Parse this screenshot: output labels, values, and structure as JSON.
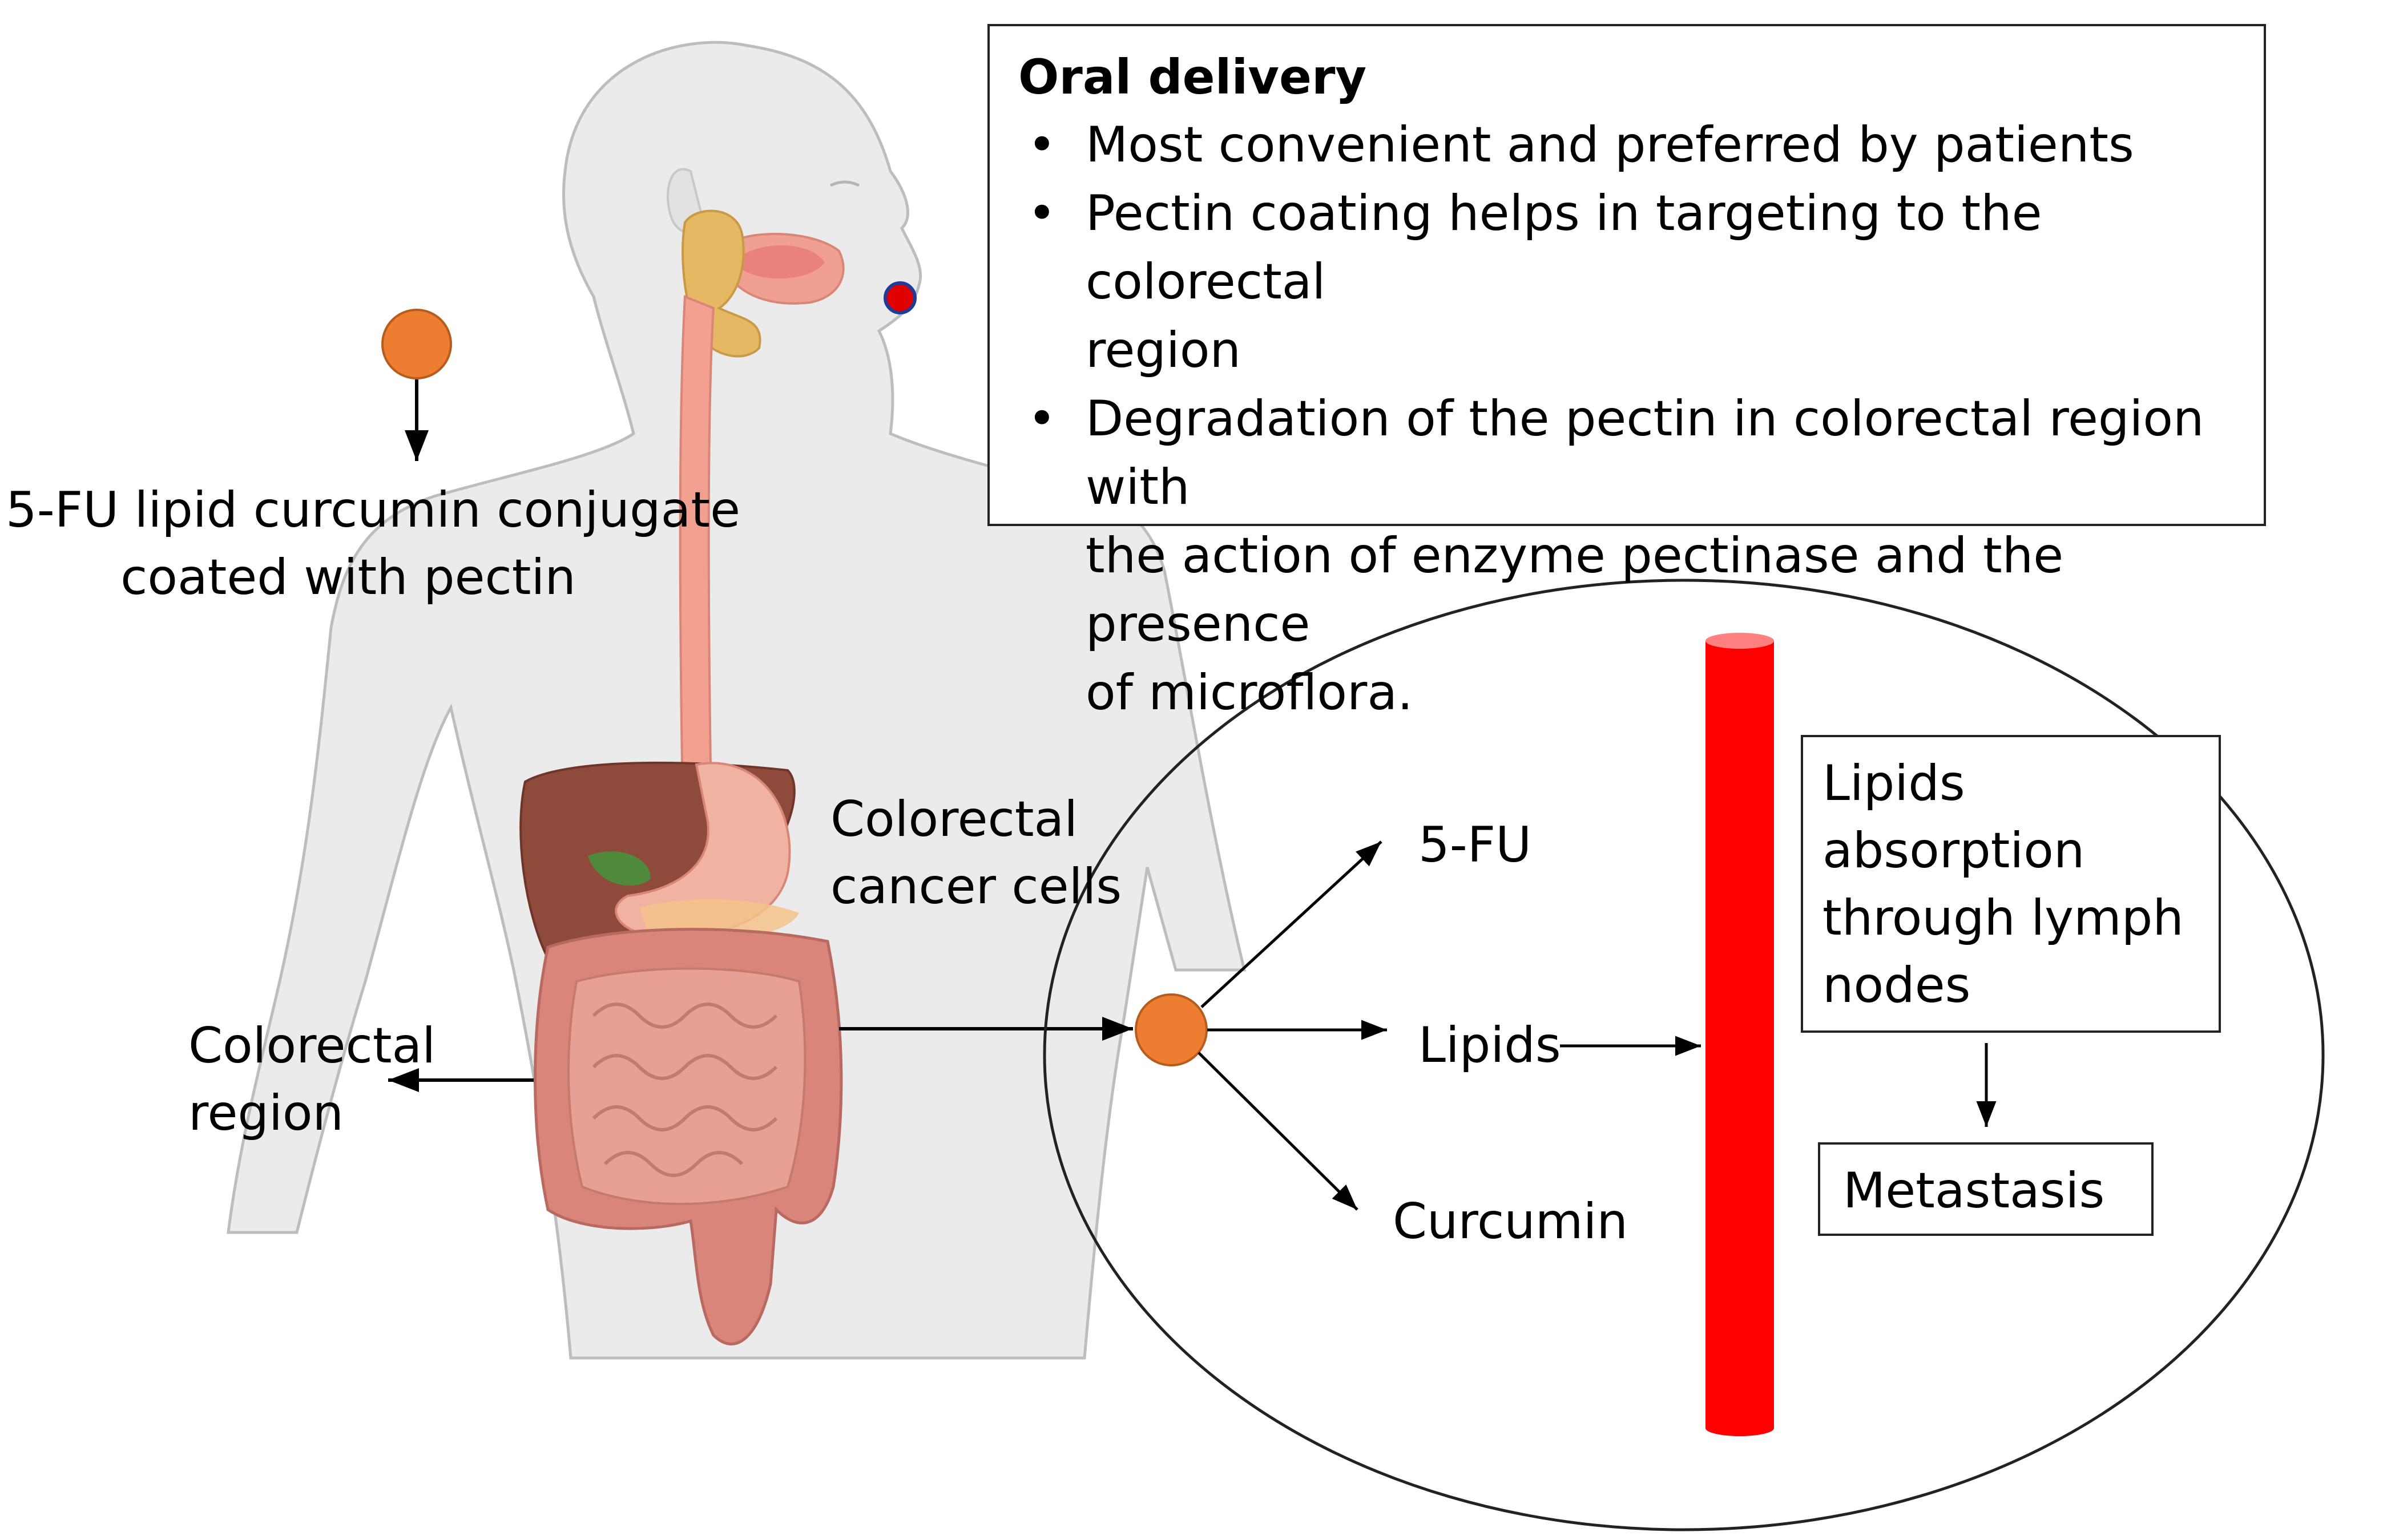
{
  "info_box": {
    "title": "Oral delivery",
    "bullet_glyph": "•",
    "items": [
      "Most convenient and preferred by patients",
      [
        "Pectin coating helps in targeting to the colorectal",
        "region"
      ],
      [
        "Degradation of the pectin in colorectal region with",
        "the action of enzyme pectinase and the presence",
        "of microflora."
      ]
    ]
  },
  "labels": {
    "conjugate_line1": "5-FU lipid curcumin conjugate",
    "conjugate_line2": "coated with pectin",
    "colorectal_cancer_line1": "Colorectal",
    "colorectal_cancer_line2": "cancer cells",
    "colorectal_region_line1": "Colorectal",
    "colorectal_region_line2": "region",
    "fu": "5-FU",
    "lipids": "Lipids",
    "curcumin": "Curcumin",
    "lymph_line1": "Lipids",
    "lymph_line2": "absorption",
    "lymph_line3": "through lymph",
    "lymph_line4": "nodes",
    "metastasis": "Metastasis"
  },
  "colors": {
    "particle": "#ED7D31",
    "particle_stroke": "#B85C1E",
    "vessel": "#FF0000",
    "vessel_top": "#FF8080",
    "mouth_dot": "#E00000",
    "mouth_dot_stroke": "#1F3C99",
    "body": "#EBEBEB",
    "body_stroke": "#BDBDBD",
    "esophagus": "#F2A090",
    "liver": "#8E4A3A",
    "stomach": "#F0B3A1",
    "intestine": "#E19387",
    "gallbladder": "#4E8A3A",
    "salivary": "#E5B863"
  }
}
